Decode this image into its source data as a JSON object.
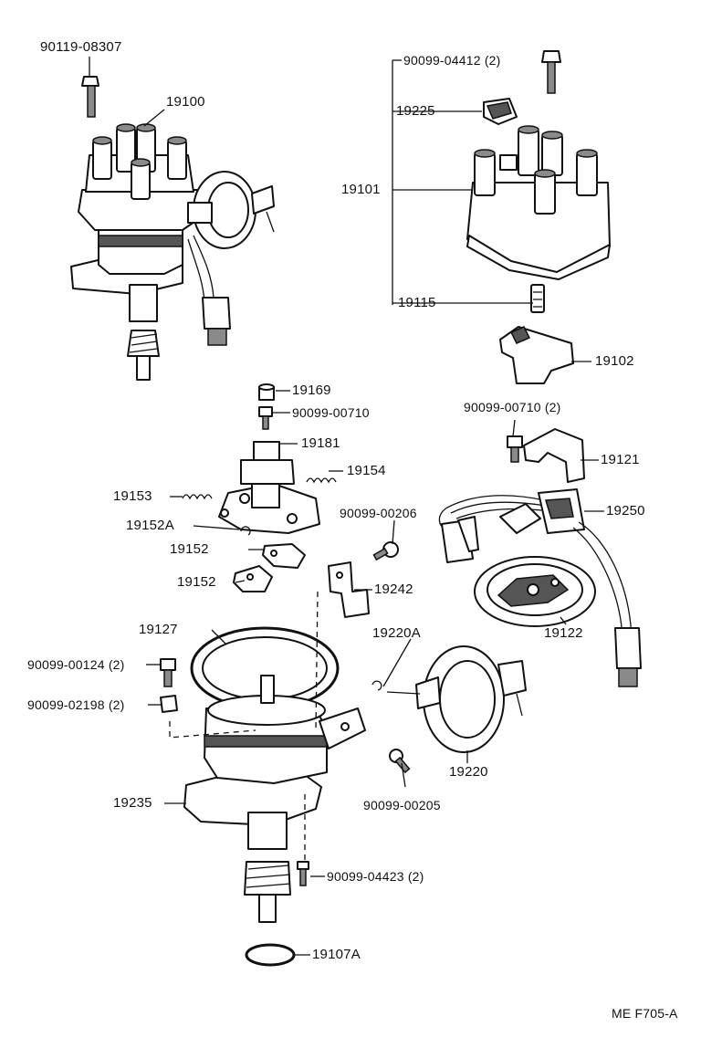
{
  "diagram": {
    "code": "ME F705-A",
    "labels": {
      "p90119_08307": "90119-08307",
      "p19100": "19100",
      "p90099_04412": "90099-04412 (2)",
      "p19225": "19225",
      "p19101": "19101",
      "p19115": "19115",
      "p19102": "19102",
      "p19169": "19169",
      "p90099_00710a": "90099-00710",
      "p19181": "19181",
      "p19154": "19154",
      "p19153": "19153",
      "p19152A": "19152A",
      "p19152a": "19152",
      "p19152b": "19152",
      "p90099_00206": "90099-00206",
      "p19242": "19242",
      "p90099_00710b": "90099-00710 (2)",
      "p19121": "19121",
      "p19250": "19250",
      "p19122": "19122",
      "p19127": "19127",
      "p19220A": "19220A",
      "p90099_00124": "90099-00124 (2)",
      "p90099_02198": "90099-02198 (2)",
      "p19220": "19220",
      "p19235": "19235",
      "p90099_00205": "90099-00205",
      "p90099_04423": "90099-04423 (2)",
      "p19107A": "19107A"
    }
  }
}
